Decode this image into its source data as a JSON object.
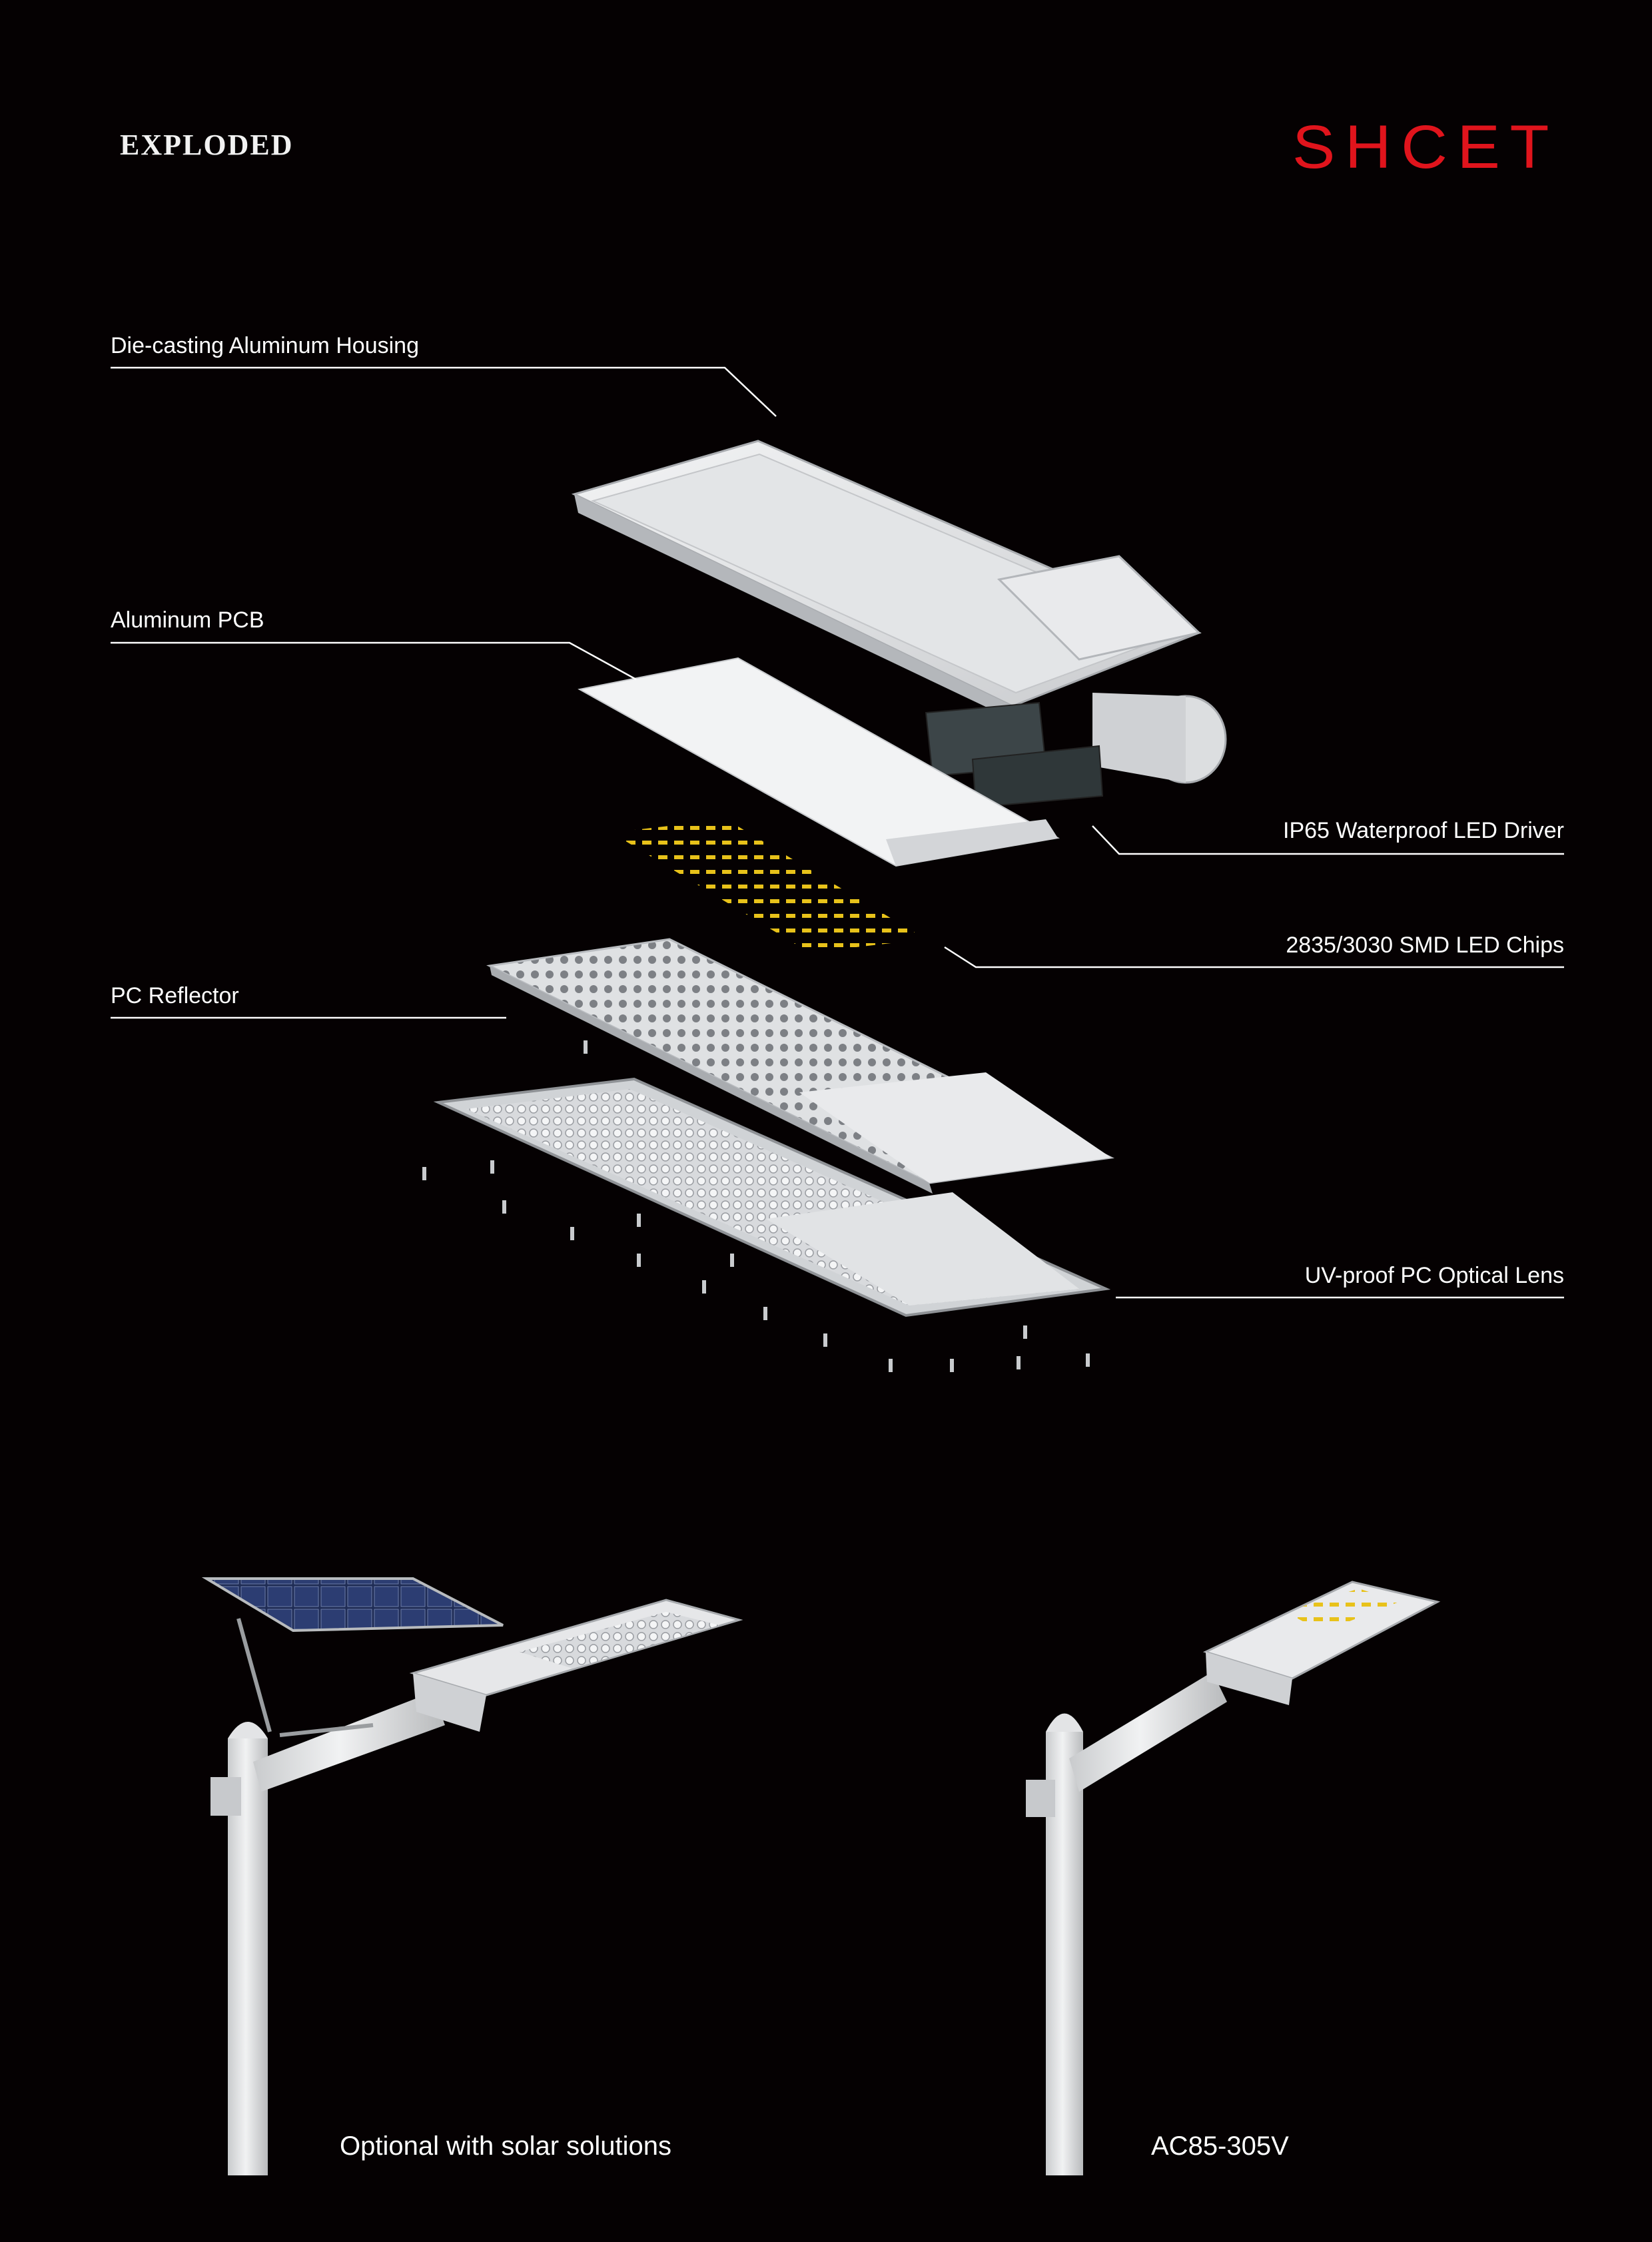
{
  "header": {
    "heading": "EXPLODED",
    "brand": "SHCET"
  },
  "colors": {
    "background": "#050102",
    "brand_red": "#e0141c",
    "line": "#ffffff",
    "housing": "#e8e9eb",
    "led_chip": "#e8c21a"
  },
  "callouts": {
    "housing": "Die-casting Aluminum Housing",
    "pcb": "Aluminum PCB",
    "driver": "IP65 Waterproof LED Driver",
    "chips": "2835/3030 SMD LED Chips",
    "reflector": "PC Reflector",
    "lens": "UV-proof PC Optical Lens"
  },
  "products": {
    "solar_caption": "Optional with solar solutions",
    "ac_caption": "AC85-305V"
  }
}
